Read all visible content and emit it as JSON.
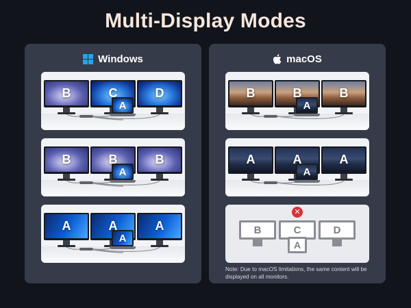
{
  "title": "Multi-Display Modes",
  "windows": {
    "label": "Windows",
    "icon": "windows-logo-icon",
    "accent": "#1ea7f0",
    "cards": [
      {
        "monitors": [
          "B",
          "C",
          "D"
        ],
        "laptop": "A"
      },
      {
        "monitors": [
          "B",
          "B",
          "B"
        ],
        "laptop": "A"
      },
      {
        "monitors": [
          "A",
          "A",
          "A"
        ],
        "laptop": "A"
      }
    ]
  },
  "macos": {
    "label": "macOS",
    "icon": "apple-logo-icon",
    "cards": [
      {
        "monitors": [
          "B",
          "B",
          "B"
        ],
        "laptop": "A"
      },
      {
        "monitors": [
          "A",
          "A",
          "A"
        ],
        "laptop": "A"
      }
    ],
    "diagram": {
      "monitors": [
        "B",
        "C",
        "D"
      ],
      "laptop": "A",
      "status_icon": "red-x-icon",
      "status_color": "#d8323a"
    },
    "note": "Note: Due to macOS limitations, the same content will be displayed on all monitors."
  }
}
